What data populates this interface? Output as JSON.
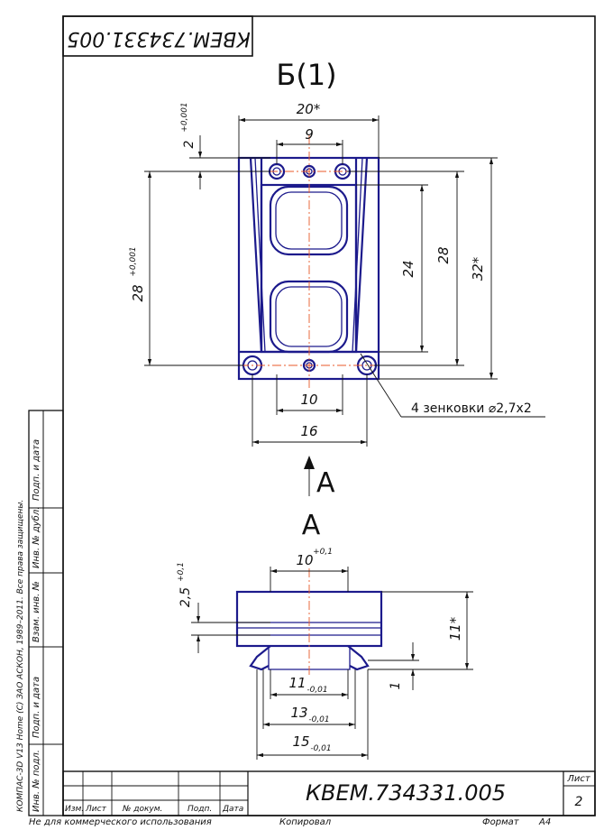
{
  "stamp_top": "КВЕМ.734331.005",
  "view_b": "Б(1)",
  "view_a": "А",
  "arrow_label": "А",
  "dims_top": {
    "width_20": "20*",
    "upper_2": "2",
    "upper_2_tol": "+0,001",
    "spacing_9": "9",
    "left_28": "28",
    "left_28_tol": "+0,001",
    "h_24": "24",
    "h_28": "28",
    "h_32": "32*",
    "bottom_10": "10",
    "bottom_16": "16",
    "note": "4 зенковки ⌀2,7х2"
  },
  "dims_bottom": {
    "top_10": "10",
    "top_10_tol": "+0,1",
    "h_25": "2,5",
    "h_25_tol": "+0,1",
    "h_11": "11*",
    "h_1": "1",
    "d_11": "11",
    "d_11_tol": "-0,01",
    "d_13": "13",
    "d_13_tol": "-0,01",
    "d_15": "15",
    "d_15_tol": "-0,01"
  },
  "left_strip": {
    "copyright": "КОМПАС-3D V13 Home (С) ЗАО АСКОН, 1989–2011. Все права защищены.",
    "cells": [
      "Подп. и дата",
      "Инв. № дубл.",
      "Взам. инв. №",
      "Подп. и дата",
      "Инв. № подл."
    ]
  },
  "title_block": {
    "designation": "КВЕМ.734331.005",
    "sheet_label": "Лист",
    "sheet_no": "2",
    "cols": [
      "Изм.",
      "Лист",
      "№ докум.",
      "Подп.",
      "Дата"
    ]
  },
  "footer": {
    "non_commercial": "Не для коммерческого использования",
    "copied": "Копировал",
    "format_label": "Формат",
    "format_value": "А4"
  }
}
